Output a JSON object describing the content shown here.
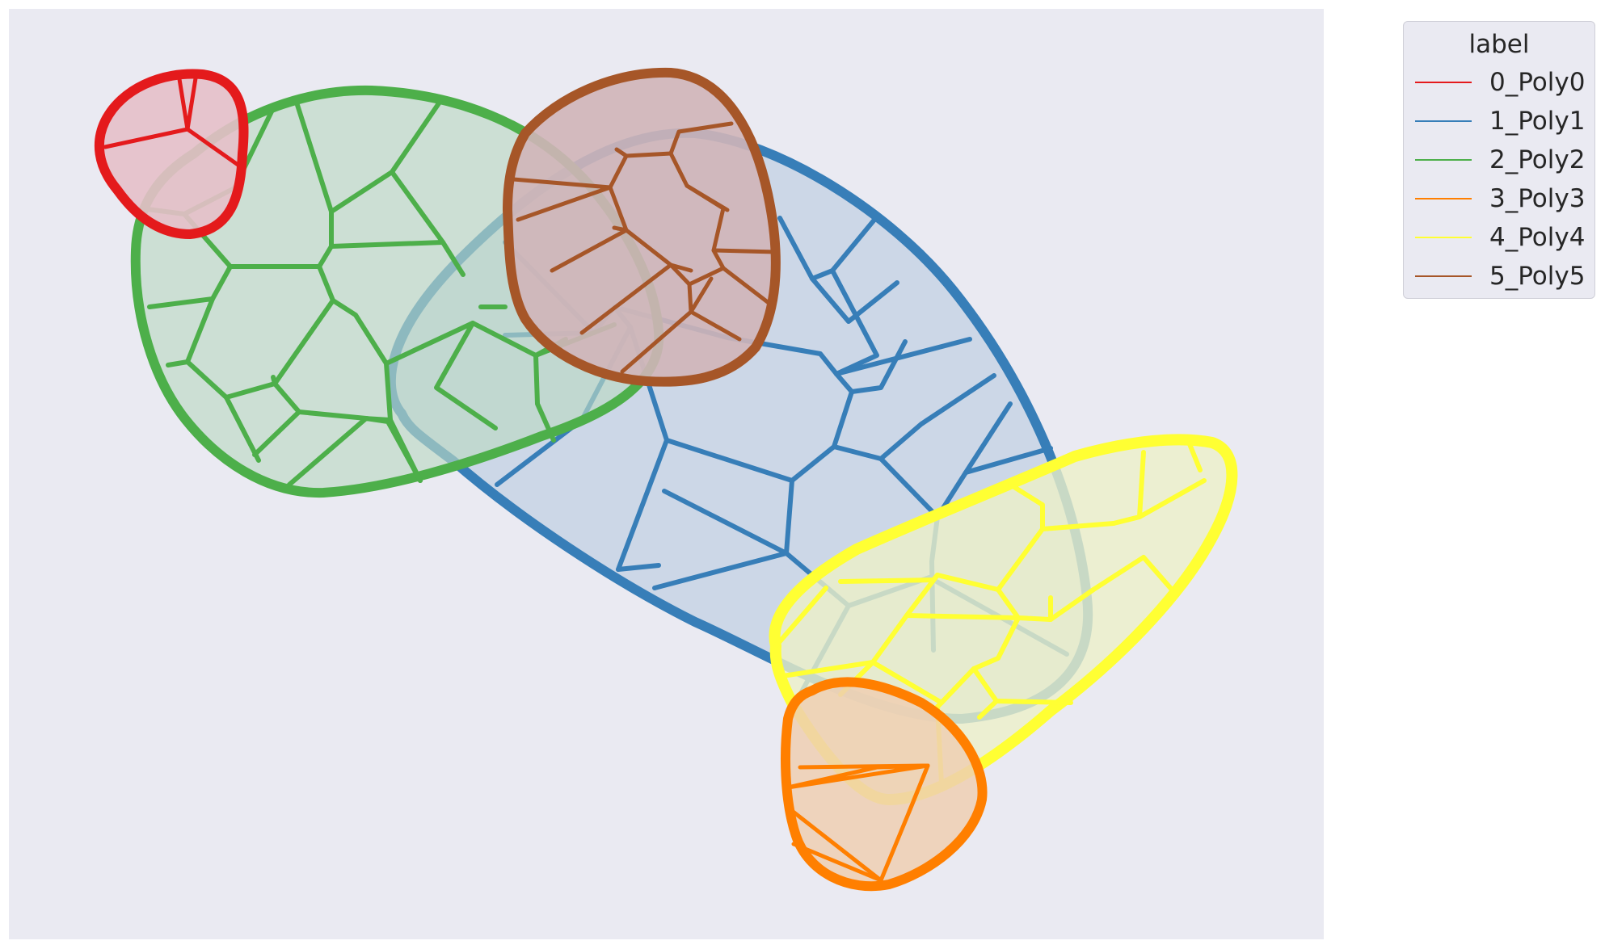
{
  "background": "#eaeaf2",
  "legend": {
    "title": "label",
    "items": [
      {
        "label": "0_Poly0",
        "color": "#e41a1c"
      },
      {
        "label": "1_Poly1",
        "color": "#377eb8"
      },
      {
        "label": "2_Poly2",
        "color": "#4daf4a"
      },
      {
        "label": "3_Poly3",
        "color": "#ff7f00"
      },
      {
        "label": "4_Poly4",
        "color": "#ffff33"
      },
      {
        "label": "5_Poly5",
        "color": "#a65628"
      }
    ]
  }
}
